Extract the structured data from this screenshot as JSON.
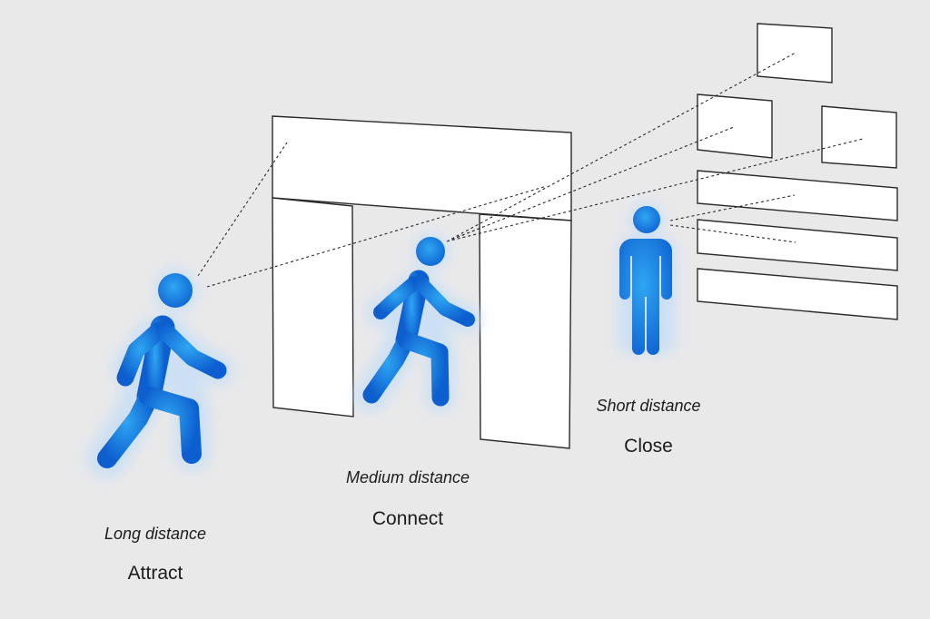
{
  "stages": [
    {
      "distance": "Long distance",
      "label": "Attract",
      "person_icon": "walking-person-icon"
    },
    {
      "distance": "Medium distance",
      "label": "Connect",
      "person_icon": "walking-person-icon"
    },
    {
      "distance": "Short distance",
      "label": "Close",
      "person_icon": "standing-person-icon"
    }
  ],
  "colors": {
    "person": "#1273dc",
    "person_glow": "#c9dff5",
    "background": "#e9e9ea",
    "panel": "#ffffff",
    "line": "#2a2a2a"
  }
}
